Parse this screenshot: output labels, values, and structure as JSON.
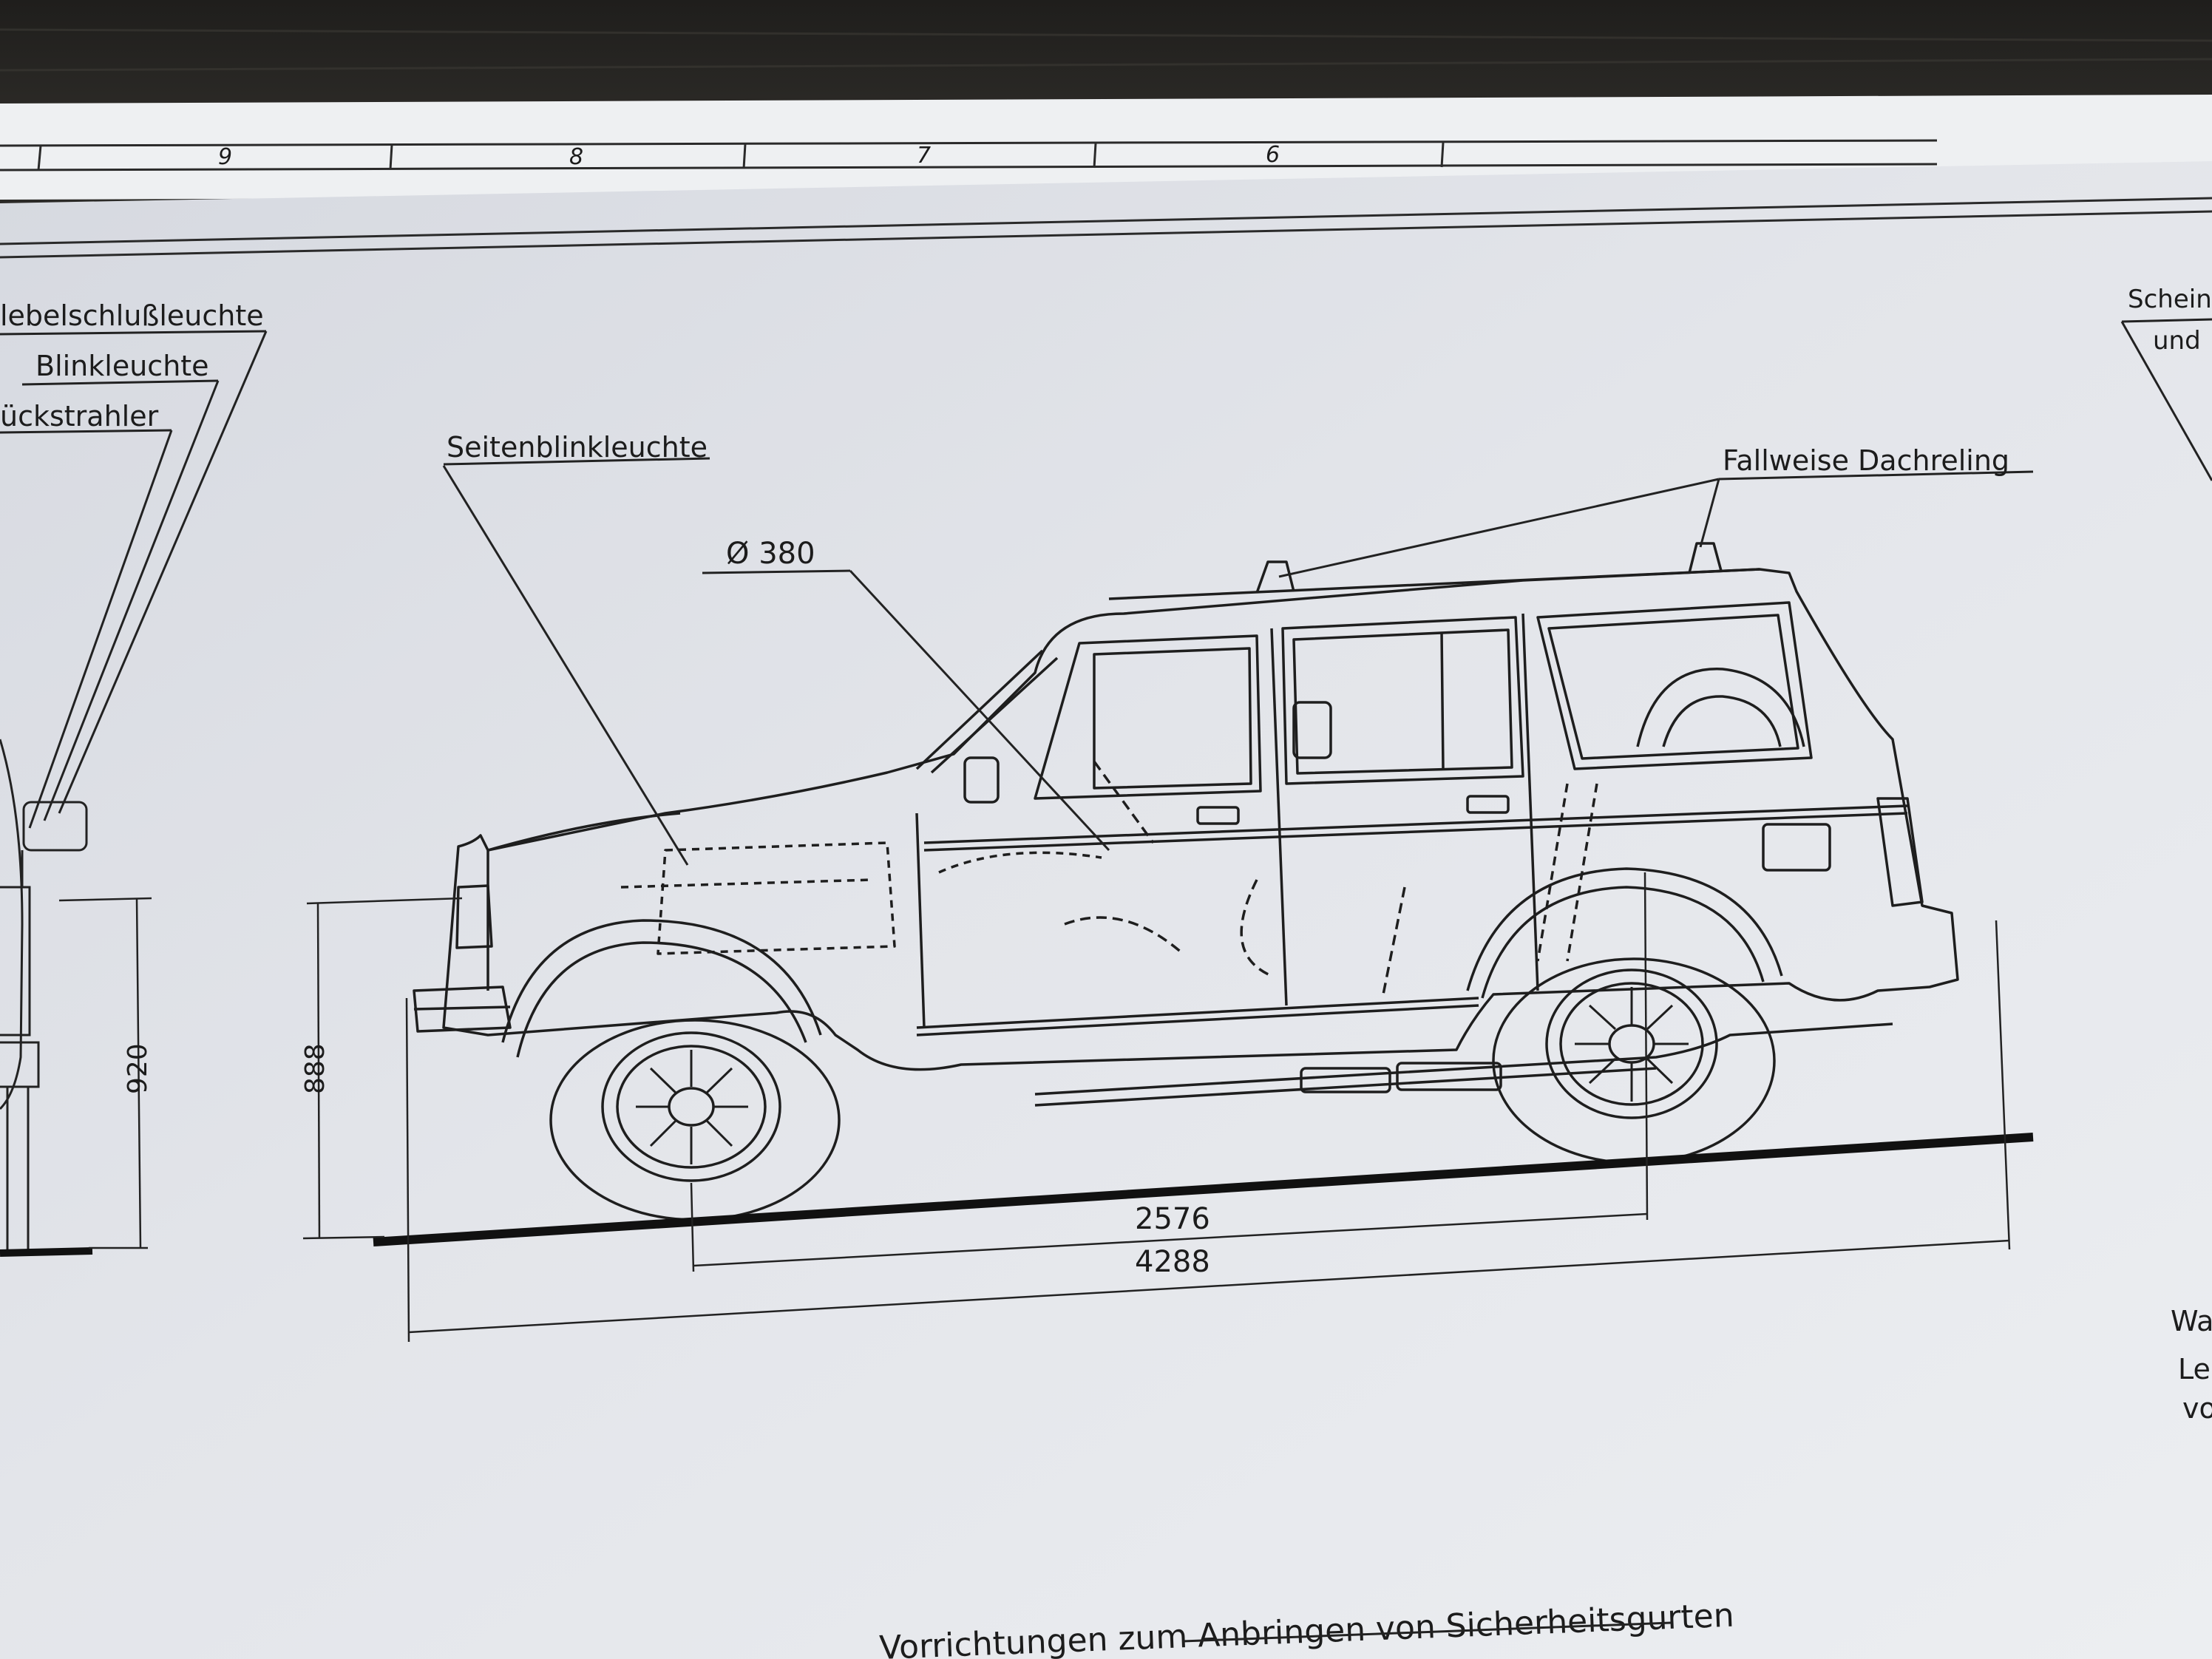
{
  "back_sheet": {
    "zone_numbers": [
      "9",
      "8",
      "7",
      "6"
    ]
  },
  "callouts": {
    "rear_fog_lamp": "lebelschlußleuchte",
    "turn_lamp": "Blinkleuchte",
    "reflector": "ückstrahler",
    "side_turn_lamp": "Seitenblinkleuchte",
    "wheel_diameter": "Ø 380",
    "roof_rail": "Fallweise  Dachreling"
  },
  "dimensions": {
    "rear_height": "920",
    "height": "888",
    "wheelbase": "2576",
    "overall_length": "4288"
  },
  "right_margin": {
    "top_line1": "Schein",
    "top_line2": "und",
    "side_line1": "Wa",
    "side_line2": "Le",
    "side_line3": "vo"
  },
  "footer": {
    "caption": "Vorrichtungen zum Anbringen von Sicherheitsgurten"
  }
}
